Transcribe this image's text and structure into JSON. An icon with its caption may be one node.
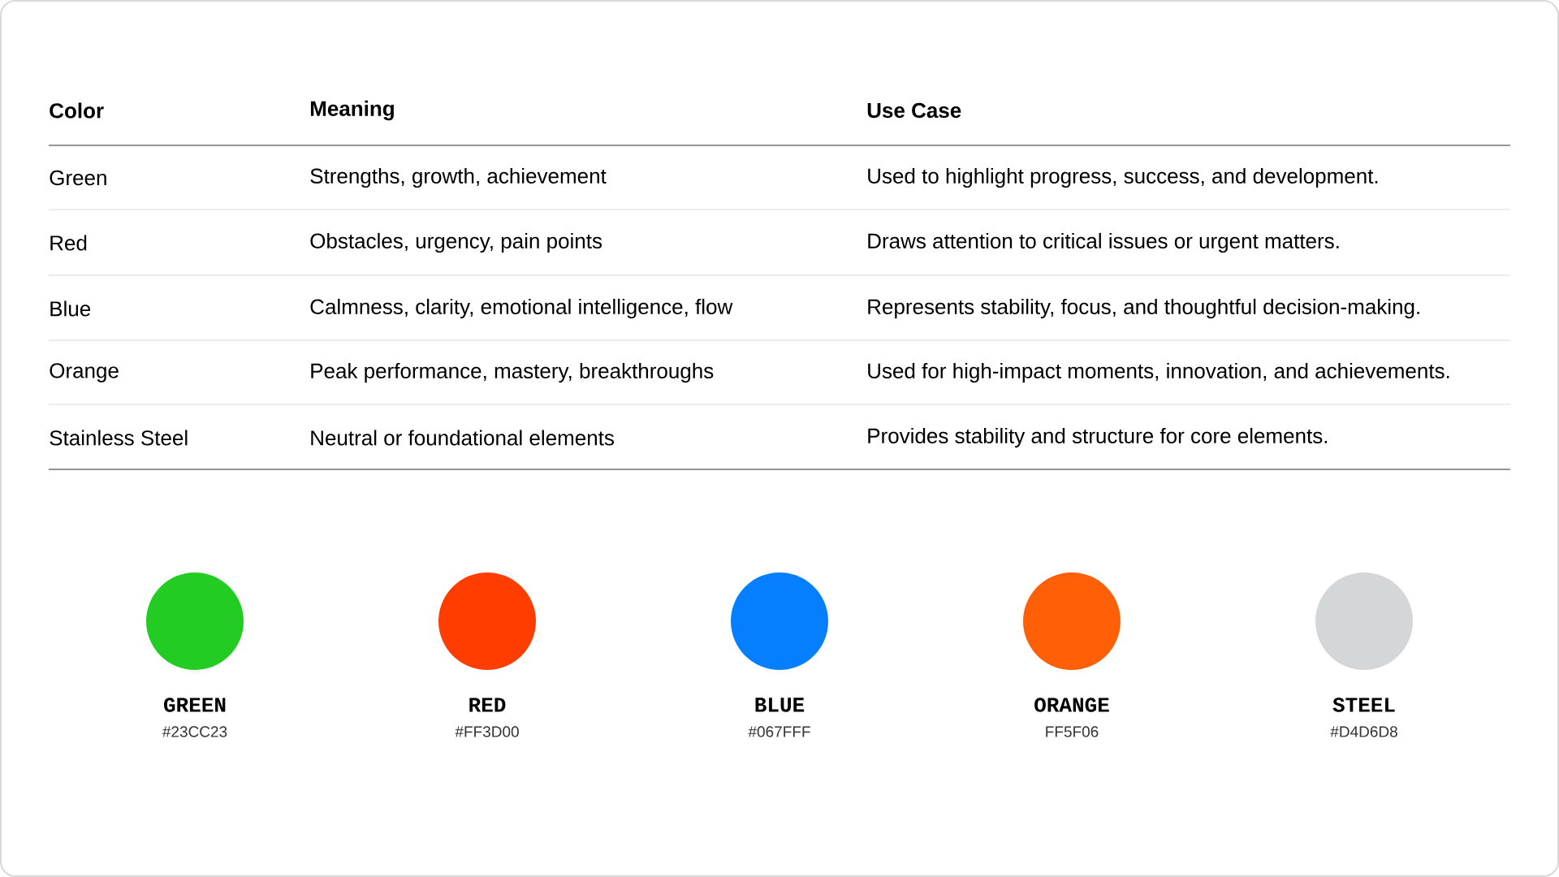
{
  "diagram": {
    "labels": [
      "Color",
      "Meaning",
      "Use Case",
      "Green",
      "Strengths, growth, achievement",
      "Used to highlight progress, success, and development.",
      "Red",
      "Obstacles, urgency, pain points",
      "Draws attention to critical issues or urgent matters.",
      "Blue",
      "Calmness, clarity, emotional intelligence, flow",
      "Represents stability, focus, and thoughtful decision-making.",
      "Orange",
      "Peak performance, mastery, breakthroughs",
      "Used for high-impact moments, innovation, and achievements.",
      "Stainless Steel",
      "Neutral or foundational elements",
      "Provides stability and structure for core elements.",
      "#23CC23",
      "#FF3D00",
      "#067FFF",
      "FF5F06",
      "#D4D6D8"
    ],
    "legend": [
      {
        "text": "GREEN",
        "color": "#23CC23"
      },
      {
        "text": "RED",
        "color": "#FF3D00"
      },
      {
        "text": "BLUE",
        "color": "#067FFF"
      },
      {
        "text": "ORANGE",
        "color": "#FF5F06"
      },
      {
        "text": "STEEL",
        "color": "#D4D6D8"
      }
    ]
  }
}
